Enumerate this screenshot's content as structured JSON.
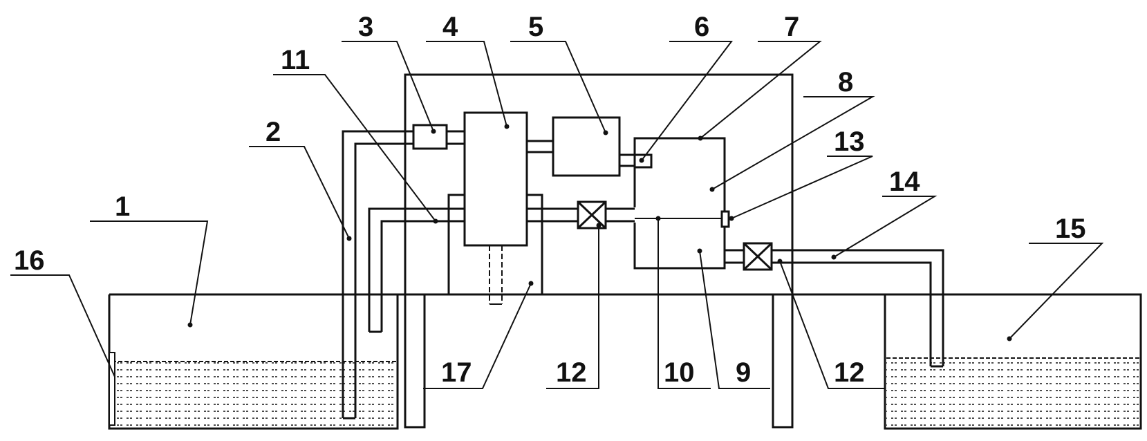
{
  "labels": {
    "n1": "1",
    "n2": "2",
    "n3": "3",
    "n4": "4",
    "n5": "5",
    "n6": "6",
    "n7": "7",
    "n8": "8",
    "n9": "9",
    "n10": "10",
    "n11": "11",
    "n12a": "12",
    "n12b": "12",
    "n13": "13",
    "n14": "14",
    "n15": "15",
    "n16": "16",
    "n17": "17"
  },
  "colors": {
    "line": "#111111",
    "background": "#ffffff"
  }
}
